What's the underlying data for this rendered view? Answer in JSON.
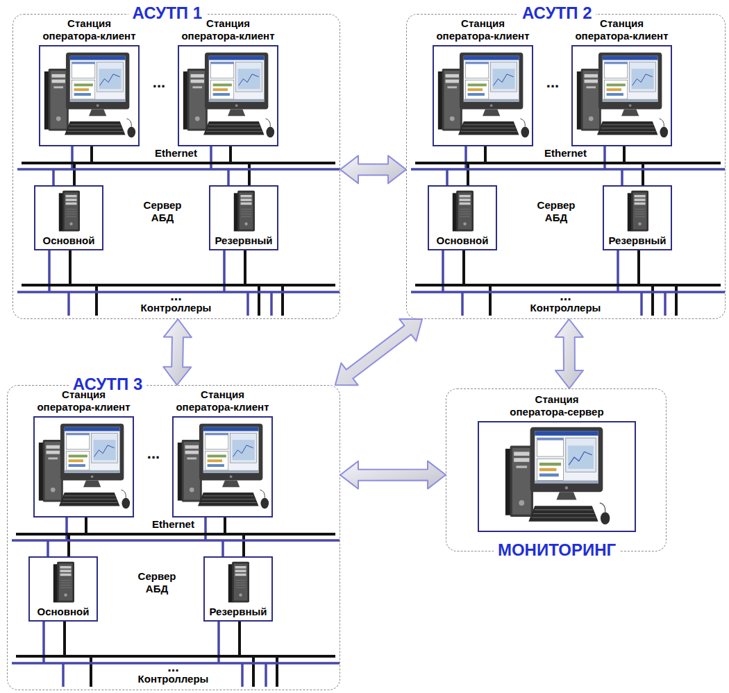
{
  "diagram": {
    "nodes": [
      {
        "text": [
          "АСУТП 1"
        ]
      },
      {
        "text": [
          "Станция оператора-клиент"
        ],
        "in": 0
      },
      {
        "text": [
          "Станция оператора-клиент"
        ],
        "in": 0
      },
      {
        "text": [
          "Основной"
        ],
        "in": 0
      },
      {
        "text": [
          "Резервный"
        ],
        "in": 0
      },
      {
        "text": [
          "АСУТП 2"
        ]
      },
      {
        "text": [
          "Станция оператора-клиент"
        ],
        "in": 5
      },
      {
        "text": [
          "Станция оператора-клиент"
        ],
        "in": 5
      },
      {
        "text": [
          "Основной"
        ],
        "in": 5
      },
      {
        "text": [
          "Резервный"
        ],
        "in": 5
      },
      {
        "text": [
          "АСУТП 3"
        ]
      },
      {
        "text": [
          "Станция оператора-клиент"
        ],
        "in": 10
      },
      {
        "text": [
          "Станция оператора-клиент"
        ],
        "in": 10
      },
      {
        "text": [
          "Основной"
        ],
        "in": 10
      },
      {
        "text": [
          "Резервный"
        ],
        "in": 10
      },
      {
        "text": [
          "МОНИТОРИНГ"
        ]
      },
      {
        "text": [
          "Станция оператора-сервер"
        ],
        "in": 15
      }
    ],
    "edges": [
      {
        "from": 0,
        "to": 5,
        "arrow": "both"
      },
      {
        "from": 0,
        "to": 10,
        "arrow": "both"
      },
      {
        "from": 5,
        "to": 10,
        "arrow": "both"
      },
      {
        "from": 5,
        "to": 15,
        "arrow": "both"
      },
      {
        "from": 10,
        "to": 15,
        "arrow": "both"
      }
    ],
    "labels": [
      "...",
      "Ethernet",
      "Сервер АБД",
      "...",
      "Контроллеры",
      "...",
      "Ethernet",
      "Сервер АБД",
      "...",
      "Контроллеры",
      "...",
      "Ethernet",
      "Сервер АБД",
      "...",
      "Контроллеры"
    ]
  }
}
